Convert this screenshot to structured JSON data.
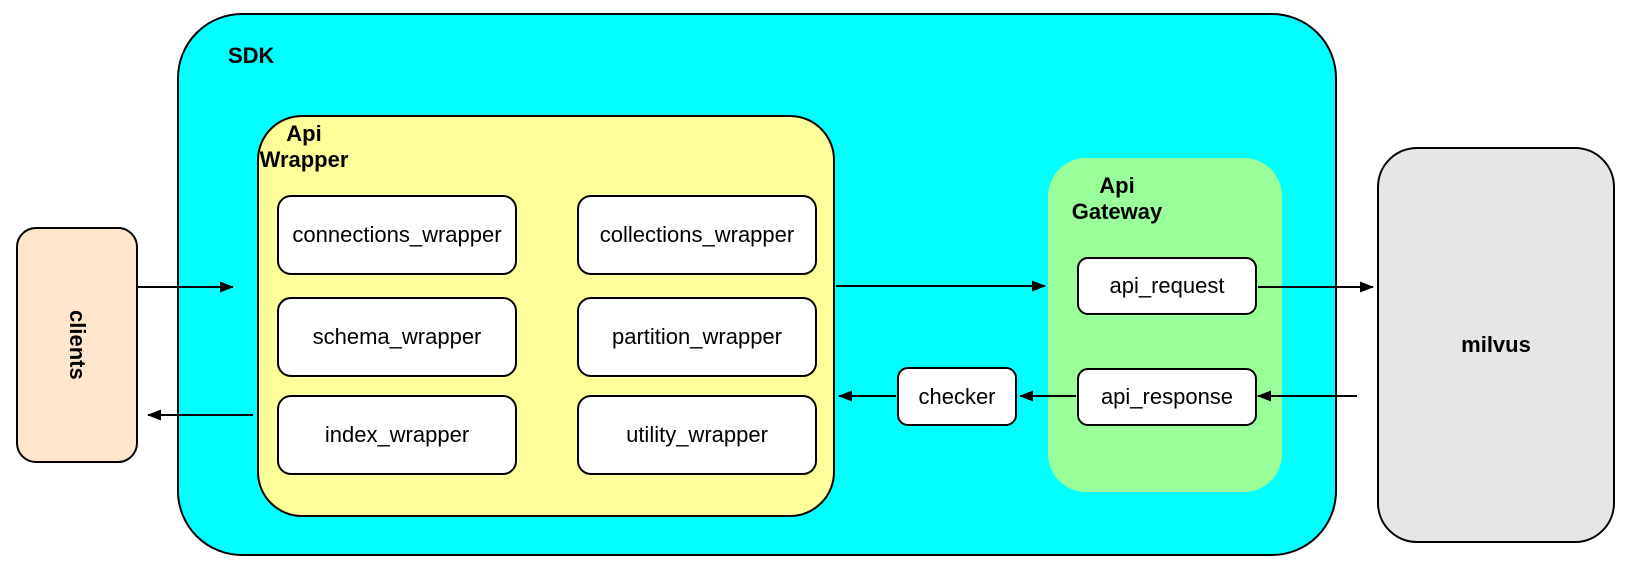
{
  "diagram": {
    "sdk": {
      "label": "SDK"
    },
    "api_wrapper": {
      "label": "Api\nWrapper",
      "boxes": [
        {
          "label": "connections_wrapper"
        },
        {
          "label": "collections_wrapper"
        },
        {
          "label": "schema_wrapper"
        },
        {
          "label": "partition_wrapper"
        },
        {
          "label": "index_wrapper"
        },
        {
          "label": "utility_wrapper"
        }
      ]
    },
    "api_gateway": {
      "label": "Api\nGateway",
      "boxes": [
        {
          "label": "api_request"
        },
        {
          "label": "api_response"
        }
      ]
    },
    "checker": {
      "label": "checker"
    },
    "clients": {
      "label": "clients"
    },
    "milvus": {
      "label": "milvus"
    }
  },
  "colors": {
    "sdk_fill": "#00ffff",
    "api_wrapper_fill": "#ffff99",
    "api_gateway_fill": "#99ff99",
    "clients_fill": "#ffe6cc",
    "milvus_fill": "#e6e6e6",
    "node_fill": "#ffffff",
    "border": "#000000",
    "arrow": "#000000"
  }
}
